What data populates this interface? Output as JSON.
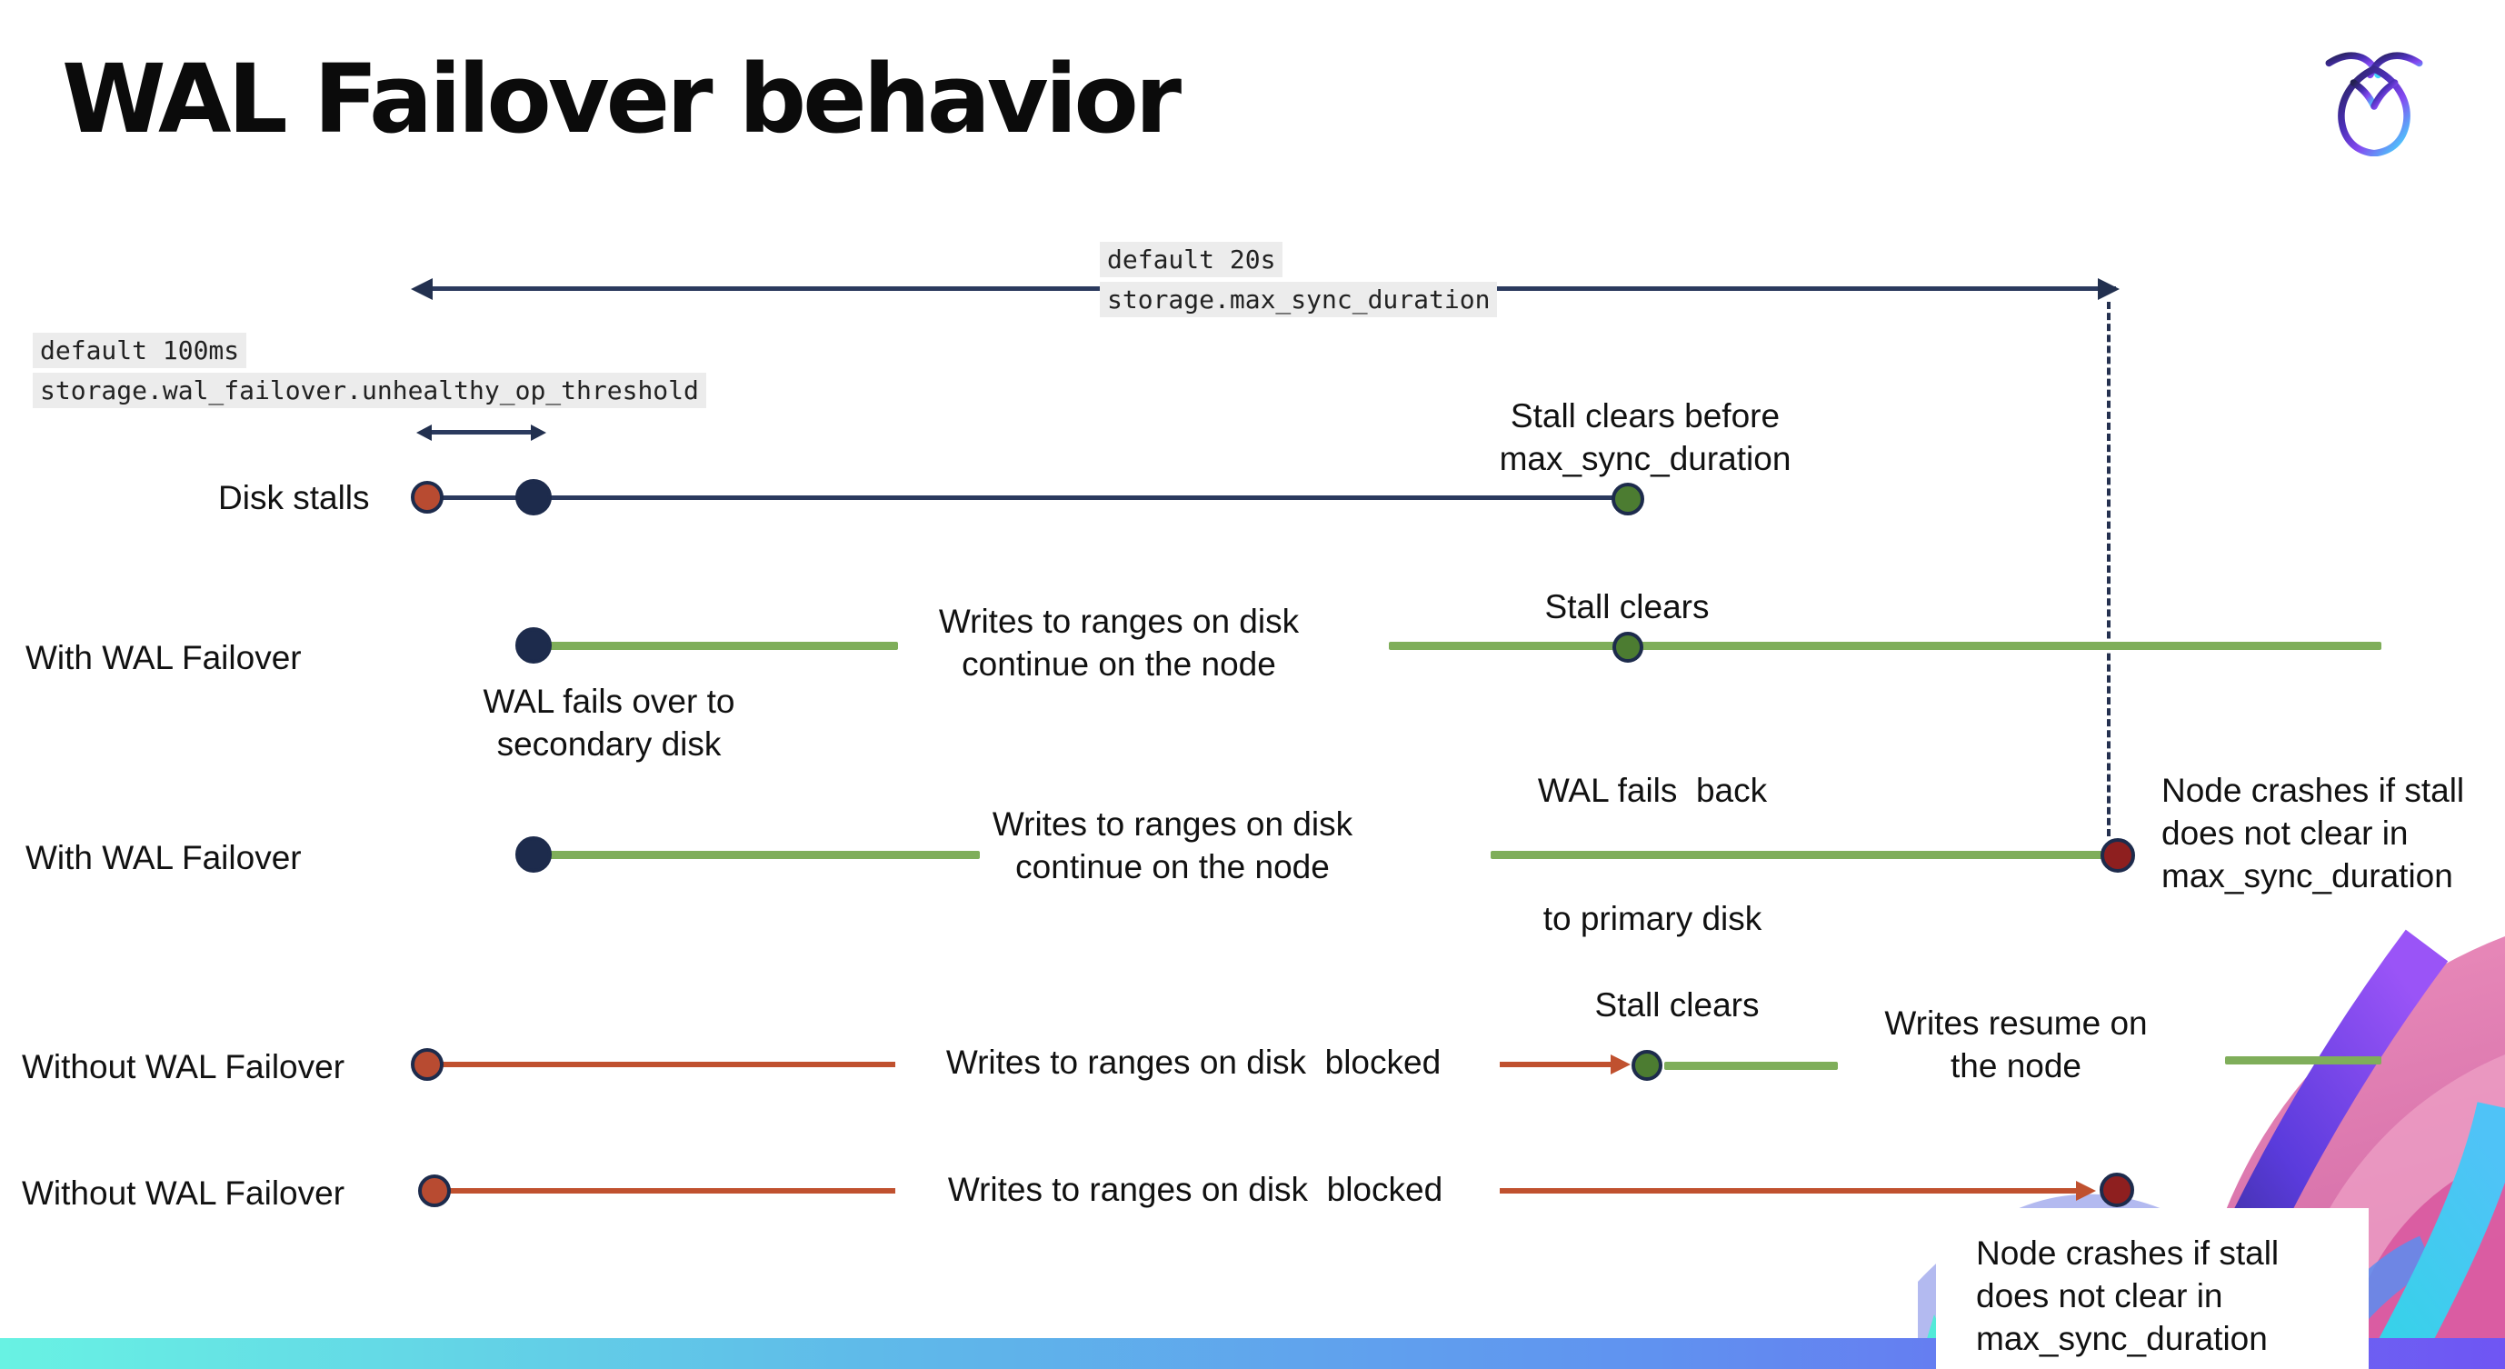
{
  "title": "WAL Failover behavior",
  "settings": {
    "max_sync_duration": {
      "default_label": "default 20s",
      "name": "storage.max_sync_duration"
    },
    "unhealthy_op_threshold": {
      "default_label": "default 100ms",
      "name": "storage.wal_failover.unhealthy_op_threshold"
    }
  },
  "rows": {
    "disk_stalls": {
      "label": "Disk stalls",
      "stall_clears_line1": "Stall clears before",
      "stall_clears_line2": "max_sync_duration"
    },
    "with_failover_clears": {
      "label": "With WAL Failover",
      "failover_line1": "WAL fails over to",
      "failover_line2": "secondary disk",
      "writes_line1": "Writes to ranges on disk",
      "writes_line2": "continue on the node",
      "stall_clears": "Stall clears",
      "failback_line1": "WAL fails  back",
      "failback_line2": "to primary disk"
    },
    "with_failover_crash": {
      "label": "With WAL Failover",
      "writes_line1": "Writes to ranges on disk",
      "writes_line2": "continue on the node",
      "crash_line1": "Node crashes if stall",
      "crash_line2": "does not clear in",
      "crash_line3": "max_sync_duration"
    },
    "without_failover_clears": {
      "label": "Without WAL Failover",
      "writes": "Writes to ranges on disk  blocked",
      "stall_clears": "Stall clears",
      "resume_line1": "Writes resume on",
      "resume_line2": "the node"
    },
    "without_failover_crash": {
      "label": "Without WAL Failover",
      "writes": "Writes to ranges on disk  blocked",
      "crash_line1": "Node crashes if stall",
      "crash_line2": "does not clear in",
      "crash_line3": "max_sync_duration"
    }
  },
  "colors": {
    "navy": "#22304f",
    "stall_red": "#b84b31",
    "crash_red": "#8e1f1f",
    "green_dot": "#4c7c31",
    "green_line": "#7fae5a",
    "code_highlight_bg": "#ececec",
    "footer_gradient": [
      "#68f2e3",
      "#5fbbe9",
      "#6092f0",
      "#6f55f3"
    ]
  }
}
